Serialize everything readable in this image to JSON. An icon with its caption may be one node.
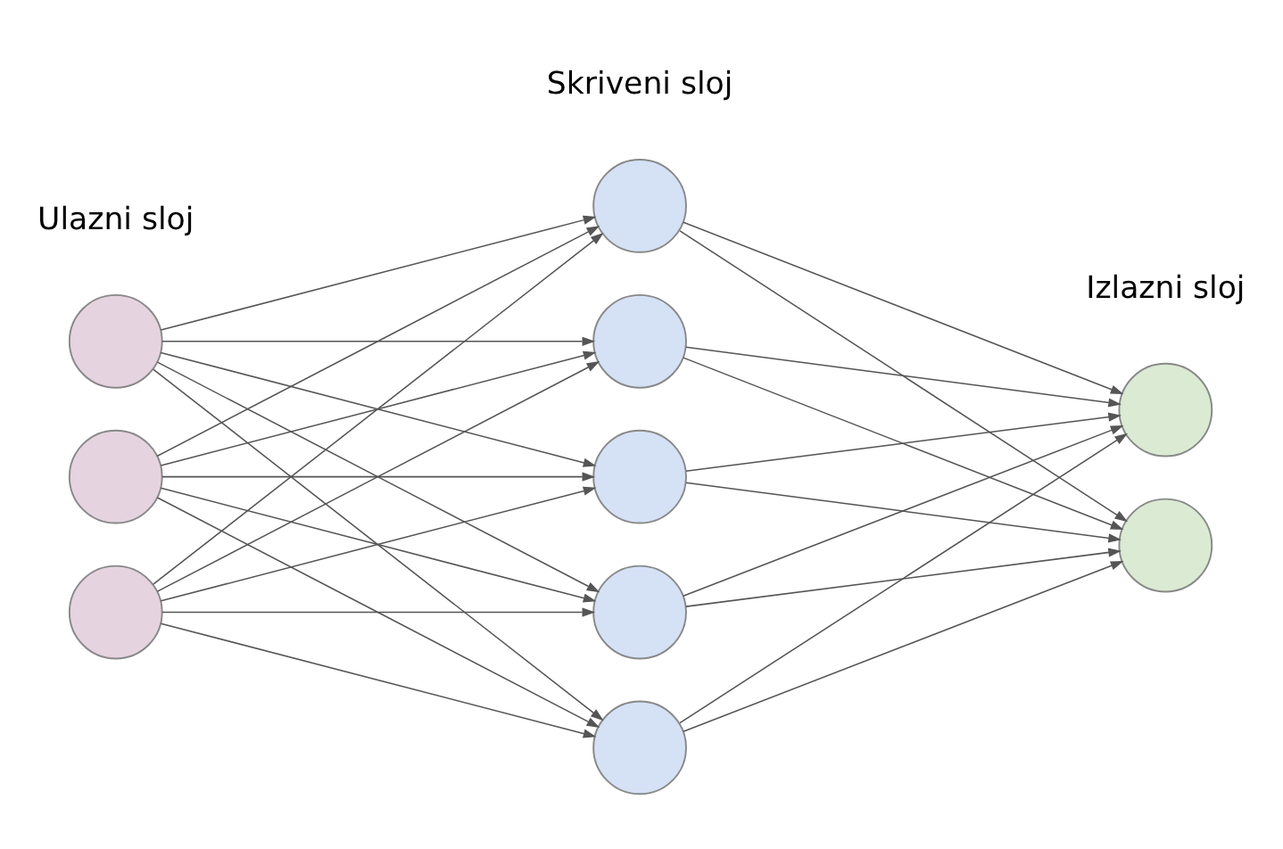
{
  "diagram": {
    "nodes": [
      {
        "text": [],
        "shape": "circle"
      },
      {
        "text": [],
        "shape": "circle"
      },
      {
        "text": [],
        "shape": "circle"
      },
      {
        "text": [],
        "shape": "circle"
      },
      {
        "text": [],
        "shape": "circle"
      },
      {
        "text": [],
        "shape": "circle"
      },
      {
        "text": [],
        "shape": "circle"
      },
      {
        "text": [],
        "shape": "circle"
      },
      {
        "text": [],
        "shape": "circle"
      },
      {
        "text": [],
        "shape": "circle"
      }
    ],
    "edges": [
      {
        "from": 0,
        "to": 3,
        "arrow": "to"
      },
      {
        "from": 0,
        "to": 4,
        "arrow": "to"
      },
      {
        "from": 0,
        "to": 5,
        "arrow": "to"
      },
      {
        "from": 0,
        "to": 6,
        "arrow": "to"
      },
      {
        "from": 0,
        "to": 7,
        "arrow": "to"
      },
      {
        "from": 1,
        "to": 3,
        "arrow": "to"
      },
      {
        "from": 1,
        "to": 4,
        "arrow": "to"
      },
      {
        "from": 1,
        "to": 5,
        "arrow": "to"
      },
      {
        "from": 1,
        "to": 6,
        "arrow": "to"
      },
      {
        "from": 1,
        "to": 7,
        "arrow": "to"
      },
      {
        "from": 2,
        "to": 3,
        "arrow": "to"
      },
      {
        "from": 2,
        "to": 4,
        "arrow": "to"
      },
      {
        "from": 2,
        "to": 5,
        "arrow": "to"
      },
      {
        "from": 2,
        "to": 6,
        "arrow": "to"
      },
      {
        "from": 2,
        "to": 7,
        "arrow": "to"
      },
      {
        "from": 3,
        "to": 8,
        "arrow": "to"
      },
      {
        "from": 3,
        "to": 9,
        "arrow": "to"
      },
      {
        "from": 4,
        "to": 8,
        "arrow": "to"
      },
      {
        "from": 4,
        "to": 9,
        "arrow": "to"
      },
      {
        "from": 5,
        "to": 8,
        "arrow": "to"
      },
      {
        "from": 5,
        "to": 9,
        "arrow": "to"
      },
      {
        "from": 6,
        "to": 8,
        "arrow": "to"
      },
      {
        "from": 6,
        "to": 9,
        "arrow": "to"
      },
      {
        "from": 7,
        "to": 8,
        "arrow": "to"
      },
      {
        "from": 7,
        "to": 9,
        "arrow": "to"
      }
    ],
    "labels": [
      "Ulazni sloj",
      "Skriveni sloj",
      "Izlazni sloj"
    ]
  }
}
